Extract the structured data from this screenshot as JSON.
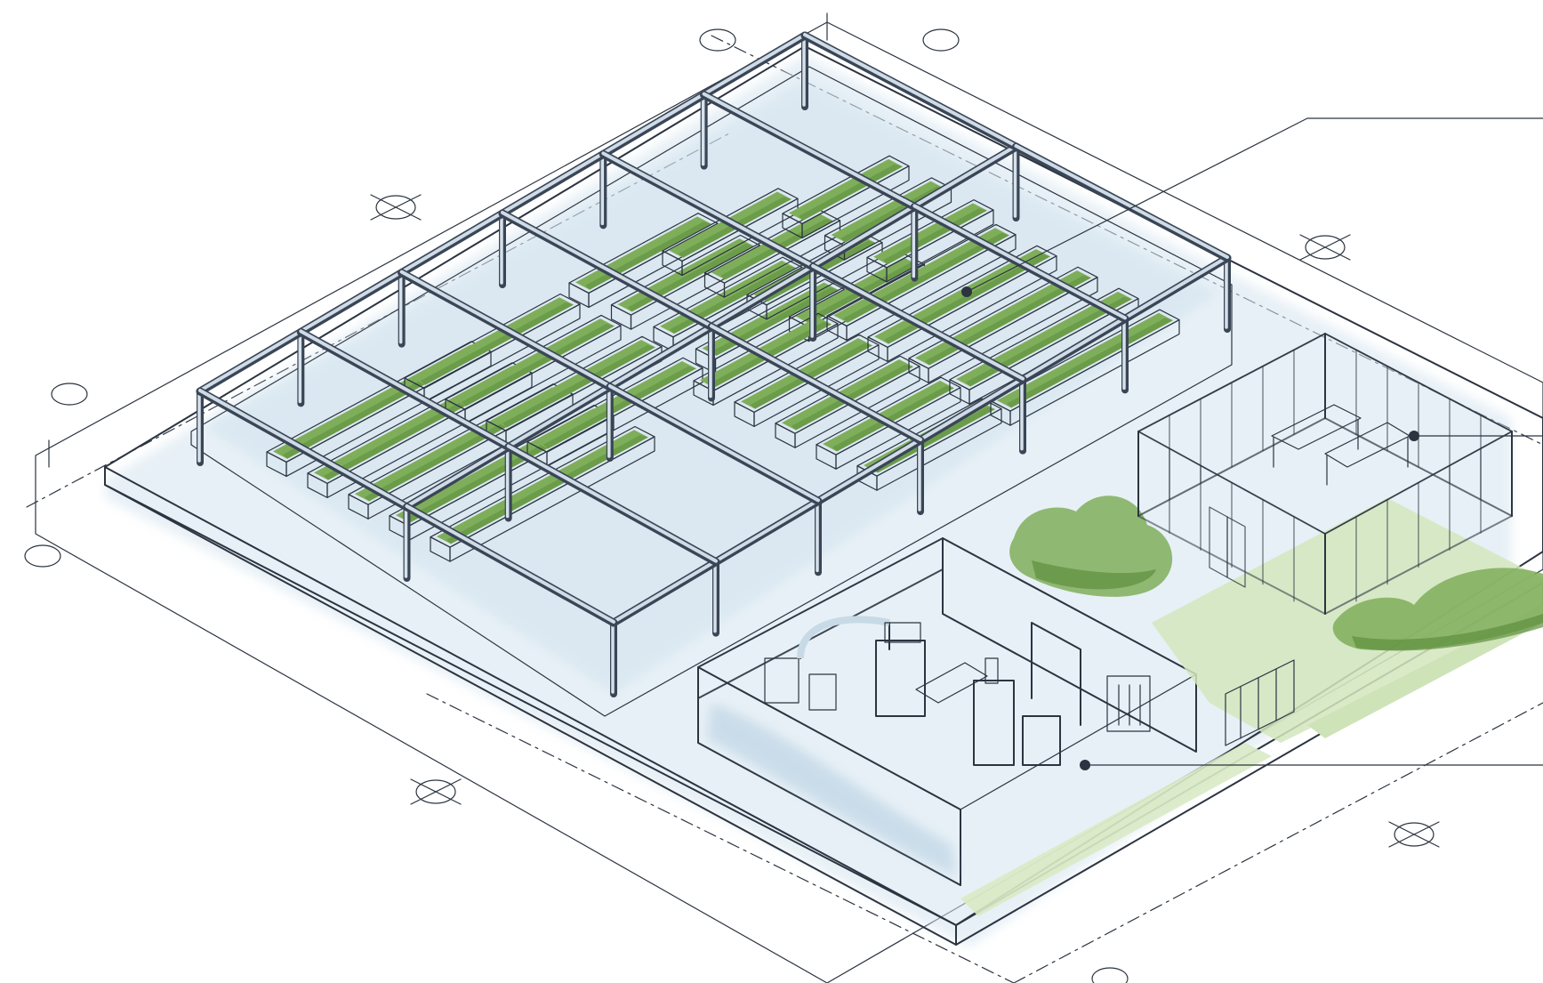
{
  "colors": {
    "ink": "#2b3440",
    "paper": "#ffffff",
    "floor": "#eef3f7",
    "floor_shadow": "#cfe0ec",
    "wash_blue": "#b9d3e6",
    "planting": "#7fae5a",
    "planting_dark": "#5e8f3e",
    "grass": "#cfe3b8",
    "glass": "#cfe6f2",
    "machinery": "#a9c4d6"
  },
  "callouts": [
    {
      "id": "growing-beds"
    },
    {
      "id": "glass-office"
    },
    {
      "id": "processing-room"
    }
  ],
  "grid_markers": [
    {
      "type": "circle"
    },
    {
      "type": "circle"
    },
    {
      "type": "circle"
    },
    {
      "type": "circle"
    },
    {
      "type": "circle"
    },
    {
      "type": "circle"
    },
    {
      "type": "cross-circle"
    },
    {
      "type": "cross-circle"
    },
    {
      "type": "cross-circle"
    },
    {
      "type": "cross-circle"
    }
  ]
}
